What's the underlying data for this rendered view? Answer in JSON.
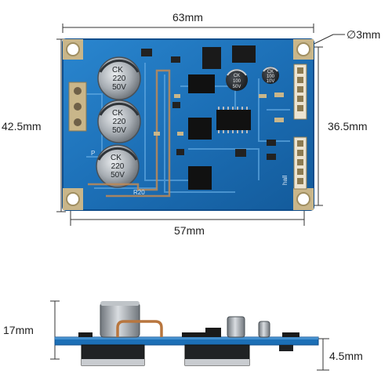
{
  "dimensions": {
    "top_width": "63mm",
    "hole_diameter": "∅3mm",
    "left_height": "42.5mm",
    "right_height": "36.5mm",
    "bottom_width": "57mm",
    "side_height": "17mm",
    "pcb_thickness": "4.5mm"
  },
  "capacitors": [
    {
      "brand": "CK",
      "value": "220",
      "voltage": "50V"
    },
    {
      "brand": "CK",
      "value": "220",
      "voltage": "50V"
    },
    {
      "brand": "CK",
      "value": "220",
      "voltage": "50V"
    }
  ],
  "small_caps": [
    {
      "brand": "CK",
      "value": "100",
      "voltage": "50V"
    },
    {
      "brand": "CK",
      "value": "100",
      "voltage": "10V"
    }
  ],
  "silkscreen": {
    "resistor": "R20",
    "hall_label": "hall",
    "p_label": "P"
  },
  "colors": {
    "pcb_blue": "#1c6fb6",
    "pcb_dark": "#0e4d8c",
    "capacitor_gray": "#8a8f94",
    "dim_line": "#333333"
  }
}
